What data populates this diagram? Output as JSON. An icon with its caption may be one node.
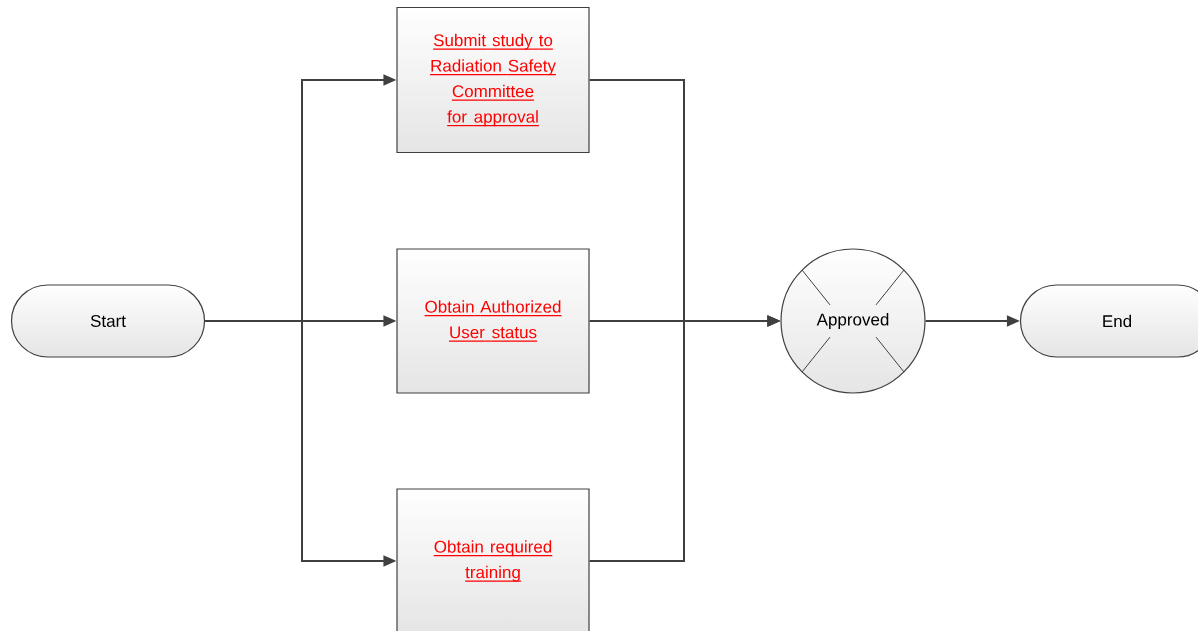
{
  "diagram": {
    "nodes": [
      {
        "text": [
          "Start"
        ]
      },
      {
        "text": [
          "Submit study to Radiation Safety Committee for approval"
        ]
      },
      {
        "text": [
          "Obtain Authorized User status"
        ]
      },
      {
        "text": [
          "Obtain required training"
        ]
      },
      {
        "text": [
          "Approved"
        ]
      },
      {
        "text": [
          "End"
        ]
      }
    ],
    "edges": [
      {
        "from": 0,
        "to": 1,
        "arrow": "to"
      },
      {
        "from": 0,
        "to": 2,
        "arrow": "to"
      },
      {
        "from": 0,
        "to": 3,
        "arrow": "to"
      },
      {
        "from": 1,
        "to": 4,
        "arrow": "to"
      },
      {
        "from": 2,
        "to": 4,
        "arrow": "to"
      },
      {
        "from": 3,
        "to": 4,
        "arrow": "to"
      },
      {
        "from": 4,
        "to": 5,
        "arrow": "to"
      }
    ]
  }
}
